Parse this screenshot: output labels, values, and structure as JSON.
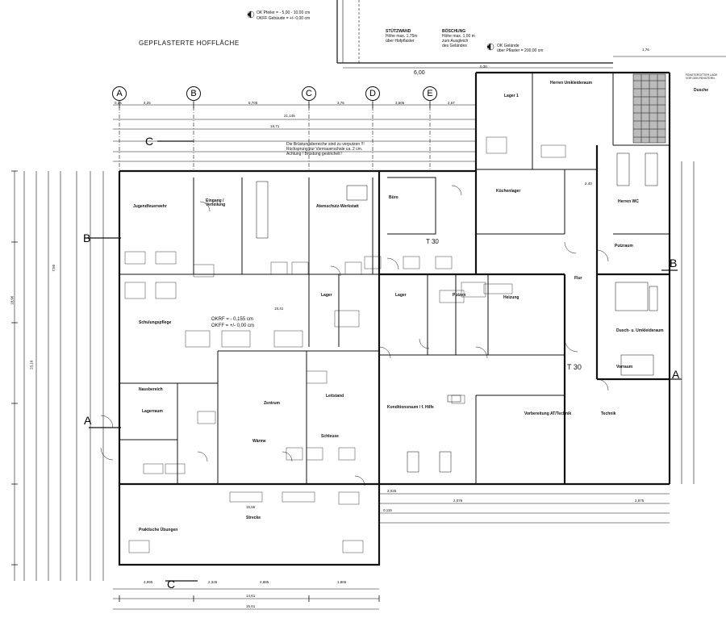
{
  "heading": "GEPFLASTERTE HOFFLÄCHE",
  "top_notes": {
    "pillar": "OK Pfeiler = - 5,00 - 10,00 cm",
    "floor_building": "OKFF Gebäude = +/- 0,00 cm",
    "wall_title": "STÜTZWAND",
    "wall_height": "Höhe max. 1,75m",
    "wall_ref": "über Hofpflaster",
    "slope_title": "BÖSCHUNG",
    "slope_height": "Höhe max. 1,00 m",
    "slope_ref": "zum Ausgleich",
    "slope_ref2": "des Geländes",
    "terrain": "OK Gelände",
    "terrain_val": "über Pflaster = 200,00 cm",
    "window_note": "FENSTERGITTER LAGE VOR DEN FENSTERN"
  },
  "axes": [
    "A",
    "B",
    "C",
    "D",
    "E"
  ],
  "sections": [
    "A",
    "A",
    "B",
    "B",
    "C",
    "C"
  ],
  "rooms": {
    "jugend": "Jugendfeuerwehr",
    "eingang": "Eingang / Verteilung",
    "atemschutz": "Atemschutz-Werkstatt",
    "buero": "Büro",
    "lager1": "Lager 1",
    "kuechen": "Küchenlager",
    "herren_umkl": "Herren Umkleideraum",
    "putzraum": "Putzraum",
    "dusche": "Dusche",
    "herren_wc": "Herren WC",
    "flur": "Flur",
    "heizung": "Heizung",
    "duschumkl": "Dusch- u. Umkleideraum",
    "vorraum": "Vorraum",
    "schulung": "Schulungspflege",
    "lager": "Lager",
    "putzen": "Putzen",
    "nassbereich": "Nassbereich",
    "lagerraum": "Lagerraum",
    "zentrum": "Zentrum",
    "leitstand": "Leitstand",
    "waerme": "Wärme",
    "schleuse": "Schleuse",
    "kondition": "Konditionsraum / f. Hilfe",
    "vorbereitung": "Vorbereitung AT/Technik",
    "technik": "Technik",
    "uebungen": "Praktische Übungen",
    "strecke": "Strecke",
    "t30_a": "T 30",
    "t30_b": "T 30"
  },
  "level_notes": {
    "okff1": "OKRF = - 0,155 cm",
    "okff2": "OKFF = +/- 0,00 cm",
    "plaster_note": "Die Brüstungsbereiche sind zu verputzen !!!",
    "plaster_note2": "Rücksprung zur Vormauerschale ca. 2 cm.",
    "plaster_note3": "Achtung ! Brüstung gestrichelt !"
  },
  "dims": {
    "d600": "6,00",
    "d176": "1,76",
    "d2114": "21,145",
    "d1871": "18,71",
    "d1841": "18,41",
    "d1896": "18,96",
    "d1461": "14,61",
    "d1556": "15,56",
    "d1661": "16,61",
    "d2310": "23,10",
    "d425": "4,25",
    "d5705": "5,705",
    "d376": "3,76",
    "d3505": "3,505",
    "d257": "2,57",
    "d024": "0,24",
    "d030": "0,30",
    "d4995": "4,995",
    "d2345": "2,345",
    "d2076": "2,076",
    "d2875": "2,875",
    "d4885": "4,885",
    "d1865": "1,865",
    "d115": "0,115",
    "d3025": "3,025",
    "d750": "7,50",
    "d240": "2,40"
  }
}
